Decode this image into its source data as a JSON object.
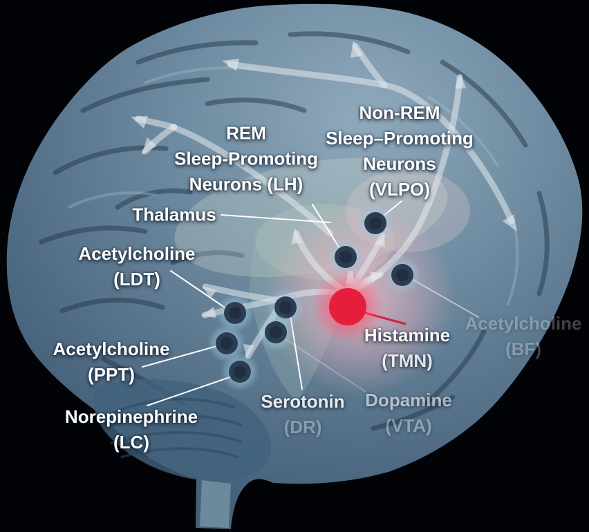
{
  "figure": {
    "description": "Sagittal brain illustration of REM / non-REM sleep-promoting neurons and ascending arousal pathways",
    "accent_red": "#e61e3c",
    "brain_blue": "#5e7d93",
    "arrow_color": "#e4eaec",
    "node_core_color": "#2b3d52",
    "node_glow_color": "#aed4e6"
  },
  "labels": {
    "non_rem": {
      "line1": "Non-REM",
      "line2": "Sleep–Promoting",
      "line3": "Neurons",
      "line4": "(VLPO)"
    },
    "rem": {
      "line1": "REM",
      "line2": "Sleep-Promoting",
      "line3": "Neurons (LH)"
    },
    "thalamus": {
      "line1": "Thalamus"
    },
    "ach_ldt": {
      "line1": "Acetylcholine",
      "line2": "(LDT)"
    },
    "ach_ppt": {
      "line1": "Acetylcholine",
      "line2": "(PPT)"
    },
    "ne_lc": {
      "line1": "Norepinephrine",
      "line2": "(LC)"
    },
    "serotonin": {
      "line1": "Serotonin",
      "line2": "(DR)"
    },
    "dopamine": {
      "line1": "Dopamine",
      "line2": "(VTA)"
    },
    "histamine": {
      "line1": "Histamine",
      "line2": "(TMN)"
    },
    "ach_bf": {
      "line1": "Acetylcholine",
      "line2": "(BF)"
    }
  },
  "nodes": [
    {
      "id": "vlpo",
      "highlighted": false
    },
    {
      "id": "lh",
      "highlighted": false
    },
    {
      "id": "bf",
      "highlighted": false
    },
    {
      "id": "ldt",
      "highlighted": false
    },
    {
      "id": "dr",
      "highlighted": false
    },
    {
      "id": "vta",
      "highlighted": false
    },
    {
      "id": "ppt",
      "highlighted": false
    },
    {
      "id": "lc",
      "highlighted": false
    },
    {
      "id": "tmn",
      "highlighted": true
    }
  ]
}
